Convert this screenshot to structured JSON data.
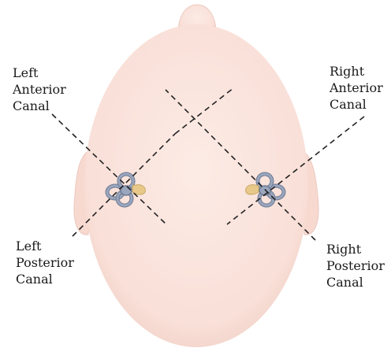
{
  "labels": {
    "left_anterior": [
      "Left",
      "Anterior",
      "Canal"
    ],
    "right_anterior": [
      "Right",
      "Anterior",
      "Canal"
    ],
    "left_posterior": [
      "Left",
      "Posterior",
      "Canal"
    ],
    "right_posterior": [
      "Right",
      "Posterior",
      "Canal"
    ]
  },
  "colors": {
    "skin": "#fae3dc",
    "skin_shadow": "#efcfc6",
    "canal": "#9aa6bd",
    "canal_dark": "#6e7a92",
    "cochlea": "#e8c98a",
    "dash_line": "#222222"
  }
}
